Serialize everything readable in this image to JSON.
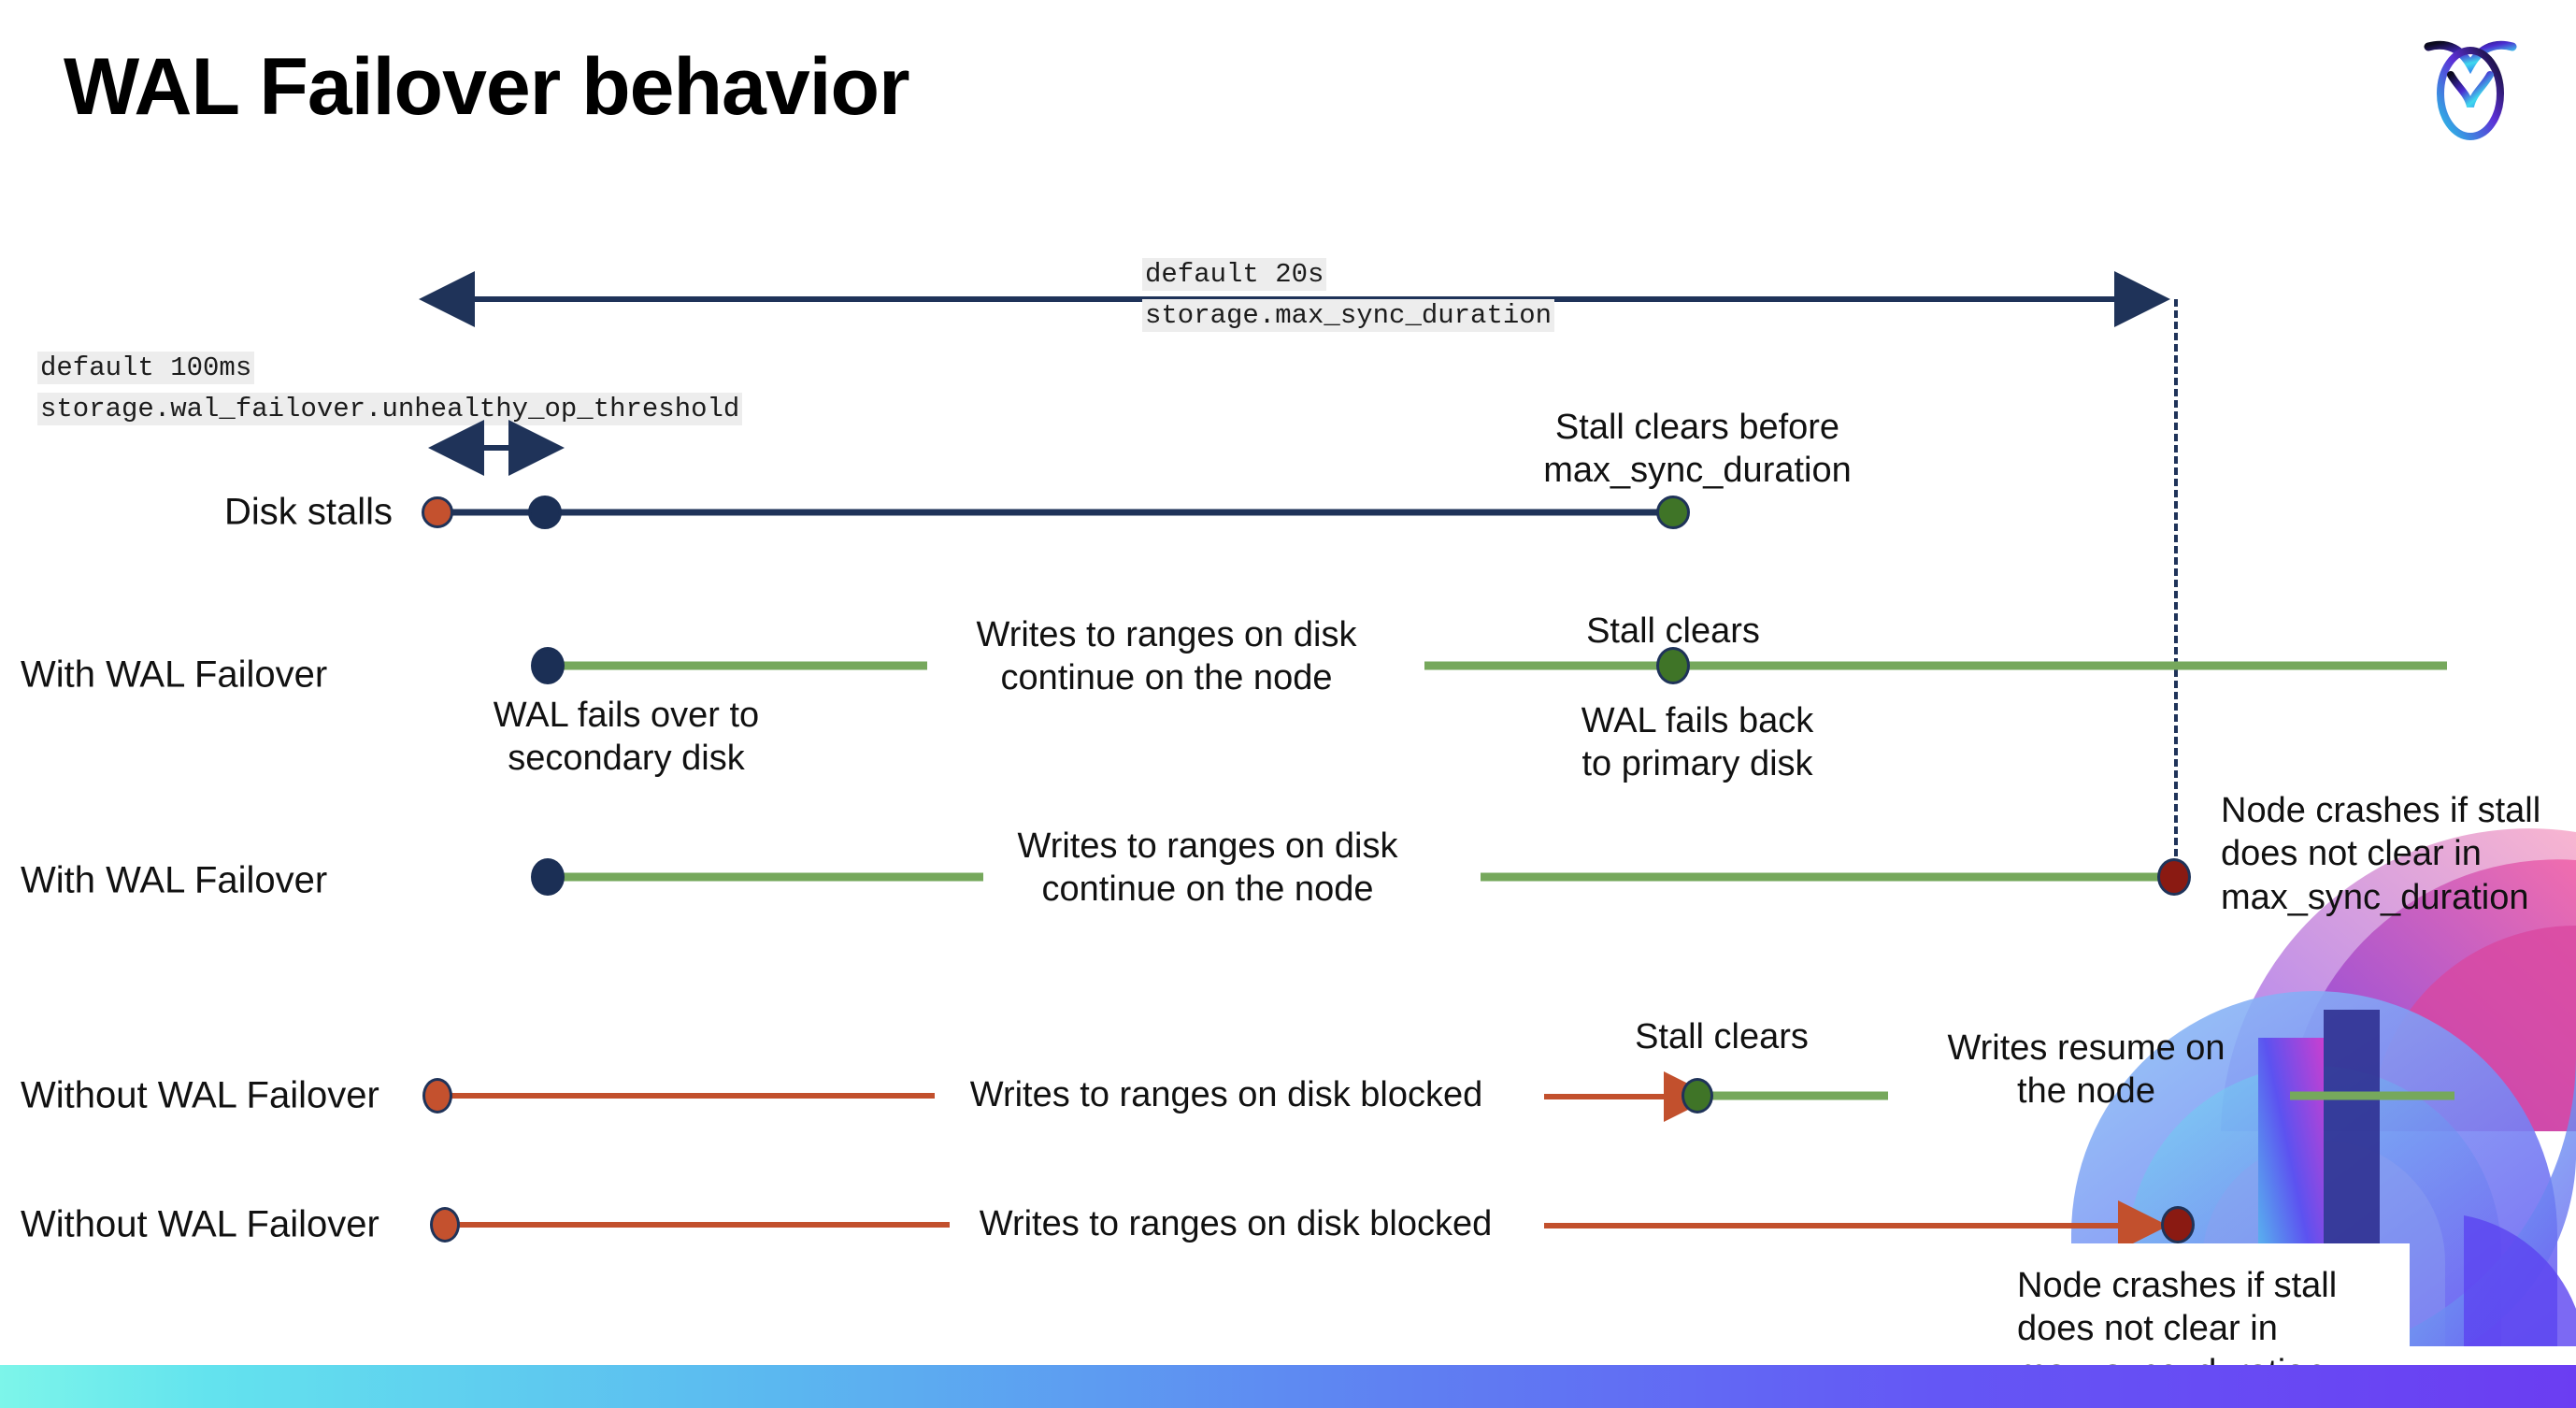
{
  "slide": {
    "title": "WAL Failover behavior",
    "logo_name": "cockroachdb-logo"
  },
  "colors": {
    "navy": "#1f3359",
    "navy_dot": "#1b2f55",
    "green_line": "#76a85c",
    "green_dot": "#3f7427",
    "red_line": "#c2502d",
    "orange_dot": "#c4512e",
    "dark_red_dot": "#8a1a12",
    "chip_bg": "#ededed",
    "text": "#111111"
  },
  "settings": {
    "max_sync_duration": {
      "default": "default 20s",
      "name": "storage.max_sync_duration"
    },
    "unhealthy_op_threshold": {
      "default": "default 100ms",
      "name": "storage.wal_failover.unhealthy_op_threshold"
    }
  },
  "rows": [
    {
      "id": "disk-stalls",
      "label": "Disk stalls",
      "annotations": [
        "Stall clears before\nmax_sync_duration"
      ]
    },
    {
      "id": "with-wal-failover-1",
      "label": "With WAL Failover",
      "annotations": [
        "WAL fails over to\nsecondary disk",
        "Writes to ranges on disk\ncontinue on the node",
        "Stall clears",
        "WAL fails  back\nto primary disk"
      ]
    },
    {
      "id": "with-wal-failover-2",
      "label": "With WAL Failover",
      "annotations": [
        "Writes to ranges on disk\ncontinue on the node",
        "Node crashes if stall\ndoes not clear in\nmax_sync_duration"
      ]
    },
    {
      "id": "without-wal-failover-1",
      "label": "Without WAL Failover",
      "annotations": [
        "Writes to ranges on disk  blocked",
        "Stall clears",
        "Writes resume on\nthe node"
      ]
    },
    {
      "id": "without-wal-failover-2",
      "label": "Without WAL Failover",
      "annotations": [
        "Writes to ranges on disk  blocked",
        "Node crashes if stall\ndoes not clear in\nmax_sync_duration"
      ]
    }
  ]
}
